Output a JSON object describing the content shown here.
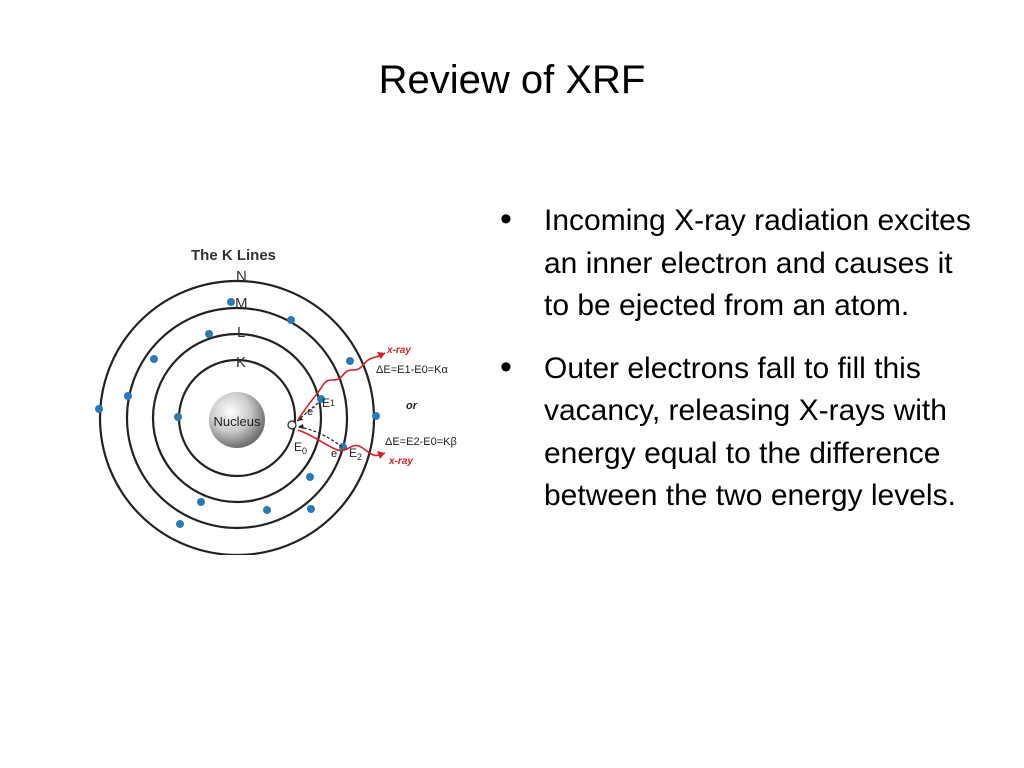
{
  "slide": {
    "title": "Review of XRF",
    "bullets": [
      {
        "text": "Incoming X-ray radiation excites an inner electron and causes it to be ejected from an atom."
      },
      {
        "text": "Outer electrons fall to fill this vacancy, releasing X-rays with energy equal to the difference between the two energy levels."
      }
    ]
  },
  "diagram": {
    "title": "The K Lines",
    "shells": [
      "N",
      "M",
      "L",
      "K"
    ],
    "nucleus": "Nucleus",
    "e1": "E",
    "e1_sub": "1",
    "e0": "E",
    "e0_sub": "0",
    "e2": "E",
    "e2_sub": "2",
    "electron": "e",
    "electron_sup": "-",
    "xray_label": "x-ray",
    "or_label": "or",
    "eq_alpha": "ΔE=E1-E0=Kα",
    "eq_beta": "ΔE=E2-E0=Kβ",
    "colors": {
      "electron": "#2a7ab8",
      "xray": "#d42020",
      "orbit": "#222222"
    }
  }
}
